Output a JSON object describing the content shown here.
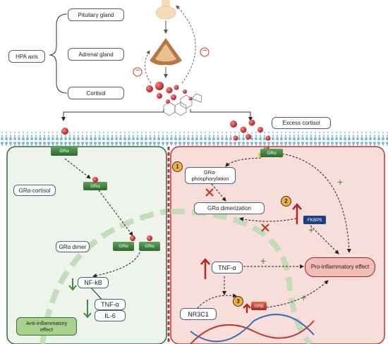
{
  "hpa": {
    "axis_label": "HPA axis",
    "pituitary": "Pituitary gland",
    "adrenal": "Adrenal gland",
    "cortisol": "Cortisol",
    "minus": "−"
  },
  "membrane": {
    "excess_cortisol": "Excess cortisol"
  },
  "left_panel": {
    "gra_1": "GRα",
    "gra_2": "GRα",
    "gra_cortisol": "GRα-cortisol",
    "dimer_label": "GRα dimer",
    "dimer_a": "GRα",
    "dimer_b": "GRα",
    "nfkb": "NF-kB",
    "tnf": "TNF-α",
    "il6": "IL-6",
    "anti_effect": "Anti-inflammatory effect"
  },
  "right_panel": {
    "gra": "GRα",
    "step1": "1",
    "step2": "2",
    "step3": "3",
    "phosphorylation": "GRα-phosphorylation",
    "dimerization": "GRα dimerization",
    "fkbp5": "FKBP5",
    "tnf": "TNF-α",
    "pro_effect": "Pro-inflammatory effect",
    "grb": "GRβ",
    "nr3c1": "NR3C1",
    "plus": "+"
  },
  "colors": {
    "left_panel_fill": "#eef4ec",
    "left_panel_border": "#2f6b3a",
    "right_panel_fill": "#f8dedb",
    "right_panel_border": "#b23a35",
    "cortisol_dot": "#cc2b2b",
    "receptor_green": "#3e8a42",
    "grb_red": "#c0392b",
    "arrow_red": "#b82520",
    "arrow_green": "#3d8b3d",
    "mito_green": "#bcdcb4"
  }
}
